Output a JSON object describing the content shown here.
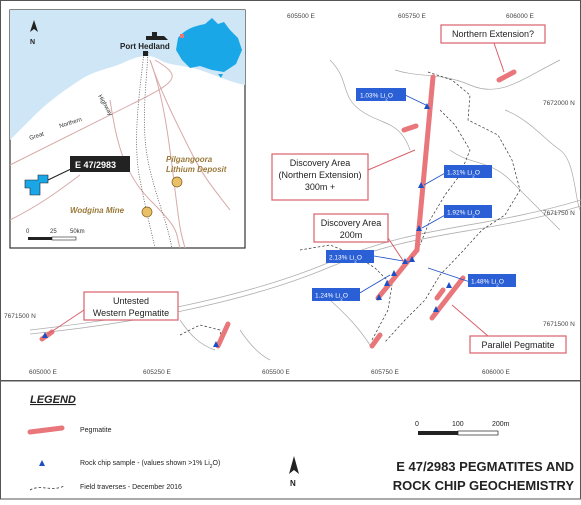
{
  "coords": {
    "top": [
      "605500 E",
      "605750 E",
      "606000 E"
    ],
    "bottom": [
      "605000 E",
      "605250 E",
      "605500 E",
      "605750 E",
      "606000 E"
    ],
    "right": [
      "7672000 N",
      "7671750 N",
      "7671500 N"
    ],
    "left": [
      "7671500 N"
    ]
  },
  "samples": [
    {
      "label": "1.03% Li",
      "sub": "2",
      "tail": "O"
    },
    {
      "label": "1.31% Li",
      "sub": "2",
      "tail": "O"
    },
    {
      "label": "1.92% Li",
      "sub": "2",
      "tail": "O"
    },
    {
      "label": "2.13% Li",
      "sub": "2",
      "tail": "O"
    },
    {
      "label": "1.48% Li",
      "sub": "2",
      "tail": "O"
    },
    {
      "label": "1.24% Li",
      "sub": "2",
      "tail": "O"
    }
  ],
  "callouts": {
    "northern_extension": "Northern Extension?",
    "discovery_north": [
      "Discovery Area",
      "(Northern Extension)",
      "300m +"
    ],
    "discovery_area": [
      "Discovery Area",
      "200m"
    ],
    "untested": [
      "Untested",
      "Western Pegmatite"
    ],
    "parallel": "Parallel Pegmatite"
  },
  "inset": {
    "port": "Port Hedland",
    "tenement": "E 47/2983",
    "pilgangoora": [
      "Pilgangoora",
      "Lithium Deposit"
    ],
    "wodgina": "Wodgina Mine",
    "road_great_northern": "Great",
    "road_northern": "Northern",
    "road_highway": "Highway",
    "scale": [
      "0",
      "25",
      "50km"
    ],
    "north": "N"
  },
  "legend": {
    "title": "LEGEND",
    "items": [
      "Pegmatite",
      "Rock chip sample - (values shown >1% Li",
      "Field traverses - December 2016"
    ],
    "rock_chip_sub": "2",
    "rock_chip_tail": "O)",
    "scale": [
      "0",
      "100",
      "200m"
    ],
    "north": "N",
    "main_title": [
      "E 47/2983 PEGMATITES AND",
      "ROCK CHIP GEOCHEMISTRY"
    ]
  },
  "colors": {
    "pegmatite": "#e8767a",
    "sample": "#1c4fc4",
    "sample_label_bg": "#2a5fd6",
    "callout_border": "#d9606a",
    "sea": "#cfe6f6",
    "drainage": "#9a9a9a",
    "road": "#d8a9a9",
    "australia": "#1aa7e8",
    "tenement": "#1aa7e8"
  }
}
